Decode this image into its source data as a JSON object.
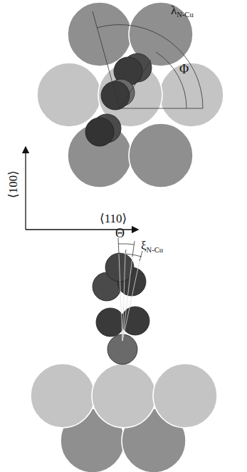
{
  "diagram": {
    "labels": [
      "λN-Cu",
      "Φ",
      "⟨100⟩",
      "⟨110⟩",
      "Θ",
      "ξN-Cu"
    ]
  }
}
